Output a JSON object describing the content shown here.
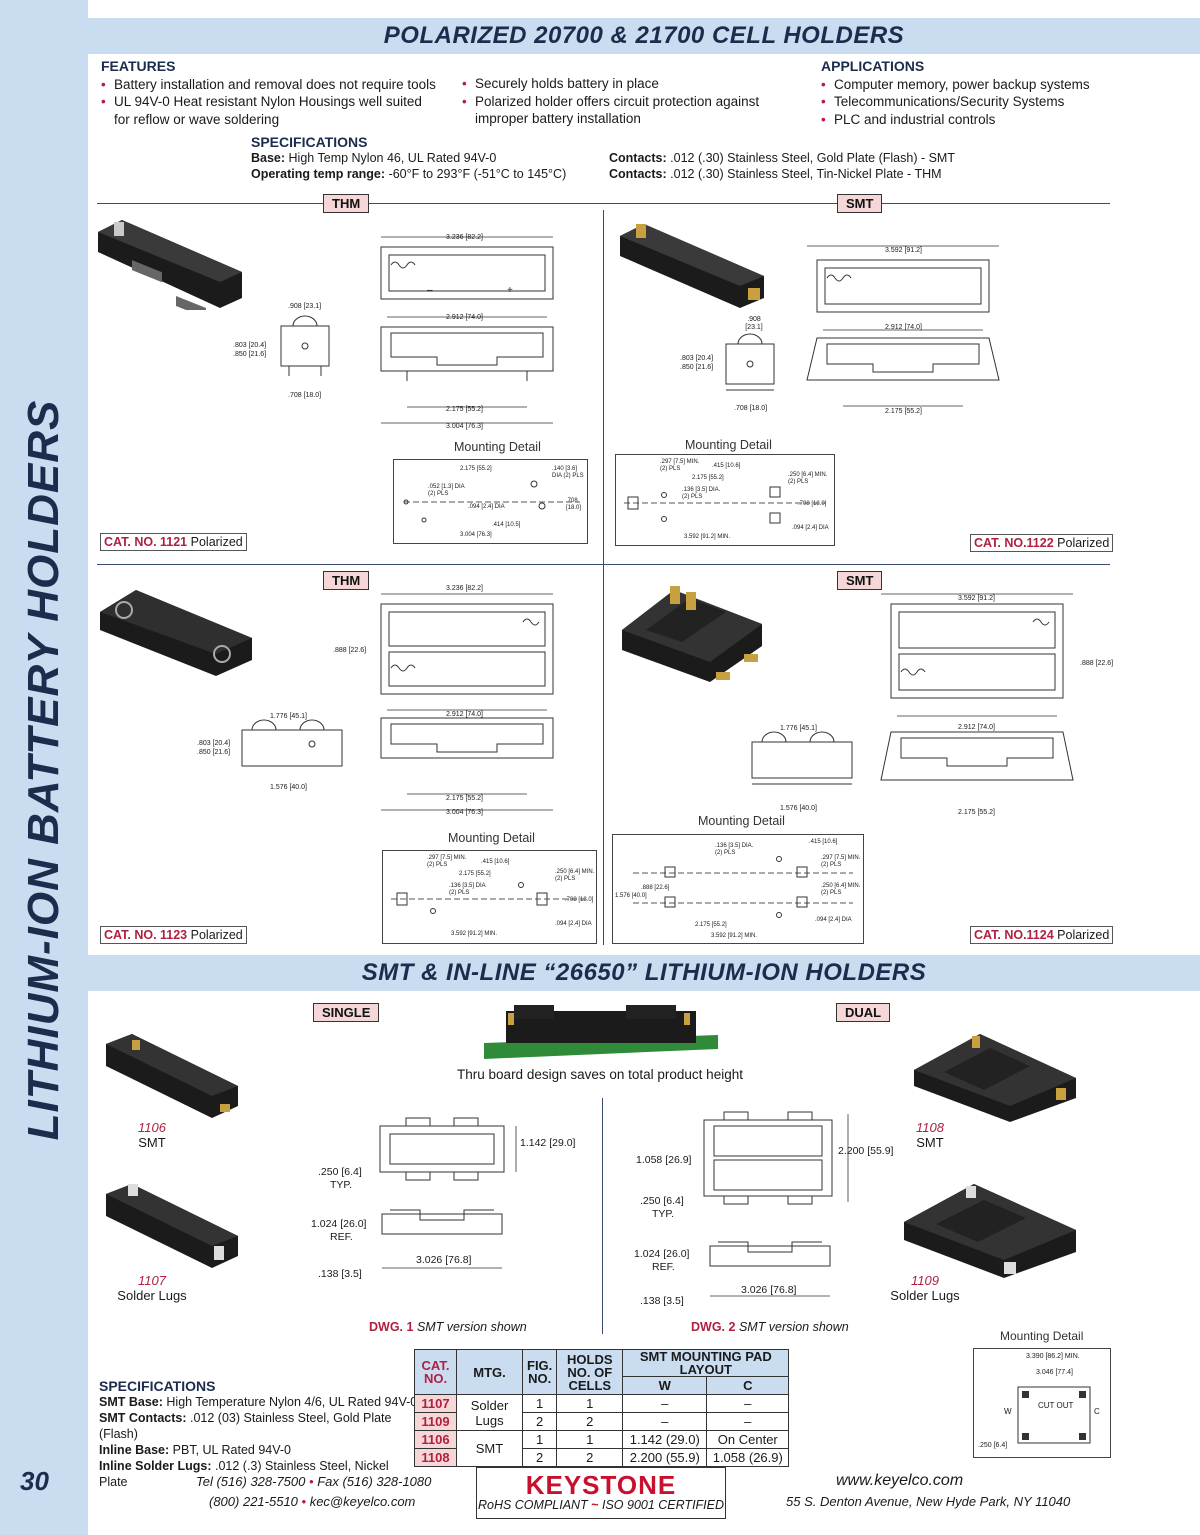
{
  "side_title": "LITHIUM-ION BATTERY HOLDERS",
  "page_number": "30",
  "banner1": "POLARIZED 20700 & 21700 CELL HOLDERS",
  "banner2": "SMT & IN-LINE “26650” LITHIUM-ION HOLDERS",
  "features": {
    "title": "FEATURES",
    "col1": [
      "Battery installation and removal does not require tools",
      "UL 94V-0 Heat resistant Nylon Housings well suited for reflow or wave soldering"
    ],
    "col2": [
      "Securely holds battery in place",
      "Polarized holder offers circuit protection against improper battery installation"
    ]
  },
  "applications": {
    "title": "APPLICATIONS",
    "items": [
      "Computer memory, power backup systems",
      "Telecommunications/Security Systems",
      "PLC and industrial controls"
    ]
  },
  "specs_top": {
    "title": "SPECIFICATIONS",
    "base_label": "Base:",
    "base_value": "High Temp Nylon 46, UL Rated 94V-0",
    "temp_label": "Operating temp range:",
    "temp_value": "-60°F to 293°F (-51°C to 145°C)",
    "contacts1_label": "Contacts:",
    "contacts1_value": ".012 (.30) Stainless Steel, Gold Plate (Flash) - SMT",
    "contacts2_label": "Contacts:",
    "contacts2_value": ".012 (.30) Stainless Steel, Tin-Nickel Plate - THM"
  },
  "tags": {
    "thm": "THM",
    "smt": "SMT",
    "single": "SINGLE",
    "dual": "DUAL"
  },
  "mounting_detail": "Mounting Detail",
  "catalog": [
    {
      "label": "CAT. NO. 1121",
      "suffix": "Polarized"
    },
    {
      "label": "CAT. NO.1122",
      "suffix": "Polarized"
    },
    {
      "label": "CAT. NO. 1123",
      "suffix": "Polarized"
    },
    {
      "label": "CAT. NO.1124",
      "suffix": "Polarized"
    }
  ],
  "dims": {
    "d1121": {
      "top": "3.236 [82.2]",
      "w": "2.912 [74.0]",
      "h1": "2.175 [55.2]",
      "h2": "3.004 [76.3]",
      "side_w": ".908 [23.1]",
      "side_h1": ".803 [20.4]",
      "side_h2": ".850 [21.6]",
      "side_b": ".708 [18.0]"
    },
    "d1122": {
      "top": "3.592 [91.2]",
      "w": "2.912 [74.0]",
      "h1": "2.175 [55.2]",
      "side_w": ".908 [23.1]",
      "side_h1": ".803 [20.4]",
      "side_h2": ".850 [21.6]",
      "side_b": ".708 [18.0]"
    },
    "d1123": {
      "top": "3.236 [82.2]",
      "side": ".888 [22.6]",
      "w": "2.912 [74.0]",
      "h1": "2.175 [55.2]",
      "h2": "3.004 [76.3]",
      "side_w": "1.776 [45.1]",
      "side_h1": ".803 [20.4]",
      "side_h2": ".850 [21.6]",
      "side_b": "1.576 [40.0]"
    },
    "d1124": {
      "top": "3.592 [91.2]",
      "side": ".888 [22.6]",
      "w": "2.912 [74.0]",
      "h1": "2.175 [55.2]",
      "side_w": "1.776 [45.1]",
      "side_b": "1.576 [40.0]"
    }
  },
  "md": {
    "m1121": {
      "a": "2.175 [55.2]",
      "b": ".140 [3.6] DIA (2) PLS",
      "c": ".052 [1.3] DIA (2) PLS",
      "d": ".094 [2.4] DIA",
      "e": ".708 [18.0]",
      "f": ".414 [10.5]",
      "g": "3.004 [76.3]"
    },
    "m1122": {
      "a": ".297 [7.5] MIN. (2) PLS",
      "b": ".415 [10.6]",
      "c": ".250 [6.4] MIN. (2) PLS",
      "d": "2.175 [55.2]",
      "e": ".136 [3.5] DIA. (2) PLS",
      "f": ".708 [18.0]",
      "g": ".094 [2.4] DIA",
      "h": "3.592 [91.2] MIN."
    },
    "m1123": {
      "a": ".297 [7.5] MIN. (2) PLS",
      "b": ".415 [10.6]",
      "c": ".250 [6.4] MIN. (2) PLS",
      "d": "2.175 [55.2]",
      "e": ".136 [3.5] DIA (2) PLS",
      "f": ".708 [18.0]",
      "g": ".094 [2.4] DIA",
      "h": "3.592 [91.2] MIN."
    },
    "m1124": {
      "a": ".136 [3.5] DIA. (2) PLS",
      "b": ".415 [10.6]",
      "c": ".297 [7.5] MIN. (2) PLS",
      "d": ".888 [22.6]",
      "e": "1.576 [40.0]",
      "f": ".250 [6.4] MIN. (2) PLS",
      "g": "2.175 [55.2]",
      "h": ".094 [2.4] DIA",
      "i": "3.592 [91.2] MIN."
    }
  },
  "thru_board": "Thru board design saves on total product height",
  "products": [
    {
      "num": "1106",
      "label": "SMT"
    },
    {
      "num": "1107",
      "label": "Solder Lugs"
    },
    {
      "num": "1108",
      "label": "SMT"
    },
    {
      "num": "1109",
      "label": "Solder Lugs"
    }
  ],
  "dwg1": {
    "num": "DWG. 1",
    "text": "SMT version shown",
    "h": "1.142 [29.0]",
    "lug": ".250 [6.4]",
    "typ": "TYP.",
    "ref_h": "1.024 [26.0]",
    "ref": "REF.",
    "w": "3.026 [76.8]",
    "foot": ".138 [3.5]"
  },
  "dwg2": {
    "num": "DWG. 2",
    "text": "SMT version shown",
    "h": "2.200 [55.9]",
    "pitch": "1.058 [26.9]",
    "lug": ".250 [6.4]",
    "typ": "TYP.",
    "ref_h": "1.024 [26.0]",
    "ref": "REF.",
    "w": "3.026 [76.8]",
    "foot": ".138 [3.5]"
  },
  "md_26650": {
    "title": "Mounting Detail",
    "min": "3.390 [86.2] MIN.",
    "w2": "3.046 [77.4]",
    "cut": "CUT OUT",
    "w": "W",
    "c": "C",
    "pad": ".250 [6.4]"
  },
  "specs_bottom": {
    "title": "SPECIFICATIONS",
    "l1": "SMT Base:",
    "v1": "High Temperature Nylon 4/6, UL Rated 94V-0",
    "l2": "SMT Contacts:",
    "v2": ".012 (03) Stainless Steel, Gold Plate (Flash)",
    "l3": "Inline Base:",
    "v3": "PBT, UL Rated 94V-0",
    "l4": "Inline Solder Lugs:",
    "v4": ".012 (.3) Stainless Steel, Nickel Plate"
  },
  "table": {
    "h_cat": "CAT. NO.",
    "h_mtg": "MTG.",
    "h_fig": "FIG. NO.",
    "h_holds": "HOLDS NO. OF CELLS",
    "h_smt": "SMT MOUNTING PAD LAYOUT",
    "h_w": "W",
    "h_c": "C",
    "rows": [
      {
        "cat": "1107",
        "mtg": "Solder Lugs",
        "fig": "1",
        "cells": "1",
        "w": "–",
        "c": "–"
      },
      {
        "cat": "1109",
        "mtg": "",
        "fig": "2",
        "cells": "2",
        "w": "–",
        "c": "–"
      },
      {
        "cat": "1106",
        "mtg": "SMT",
        "fig": "1",
        "cells": "1",
        "w": "1.142 (29.0)",
        "c": "On Center"
      },
      {
        "cat": "1108",
        "mtg": "",
        "fig": "2",
        "cells": "2",
        "w": "2.200 (55.9)",
        "c": "1.058 (26.9)"
      }
    ]
  },
  "footer": {
    "tel": "Tel (516) 328-7500",
    "fax": "Fax (516) 328-1080",
    "phone2": "(800) 221-5510",
    "email": "kec@keyelco.com",
    "logo": "KEYSTONE",
    "rohs": "RoHS COMPLIANT",
    "iso": "ISO 9001 CERTIFIED",
    "web": "www.keyelco.com",
    "address": "55 S. Denton Avenue, New Hyde Park, NY 11040"
  },
  "colors": {
    "band": "#c9dcf0",
    "accent": "#b02040",
    "navy": "#1c2c4c",
    "tag": "#f5d7d7"
  }
}
